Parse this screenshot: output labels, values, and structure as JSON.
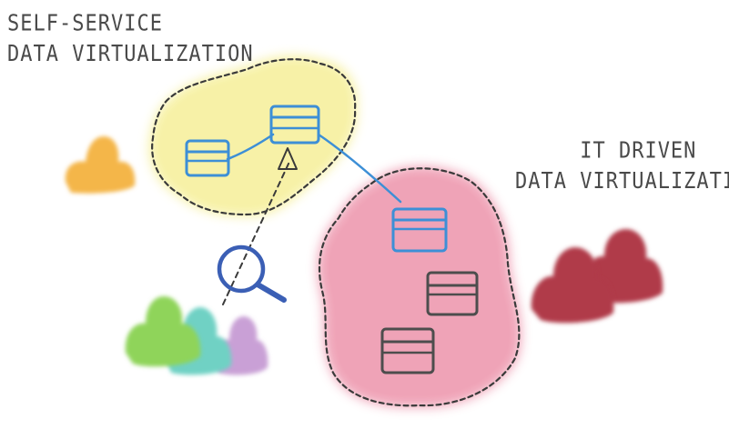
{
  "labels": {
    "self_service_line1": "SELF-SERVICE",
    "self_service_line2": "DATA VIRTUALIZATION",
    "it_driven_line1": "IT DRIVEN",
    "it_driven_line2": "DATA VIRTUALIZATION"
  },
  "regions": {
    "self_service_cloud_color": "#f7f1a3",
    "it_driven_cloud_color": "#ef9fb4"
  },
  "colors": {
    "self_service_tables": "#3d8fd6",
    "it_tables_blue": "#3d8fd6",
    "it_tables_dark": "#4d4d4d",
    "magnifier": "#3b5fb5",
    "user_orange": "#f4b64a",
    "user_green": "#8fd45a",
    "user_teal": "#6fd1c4",
    "user_purple": "#c9a0d6",
    "user_red": "#b03a48"
  },
  "icons": {
    "database": "database-table-icon",
    "magnifier": "magnifying-glass-icon",
    "user": "person-silhouette-icon"
  }
}
